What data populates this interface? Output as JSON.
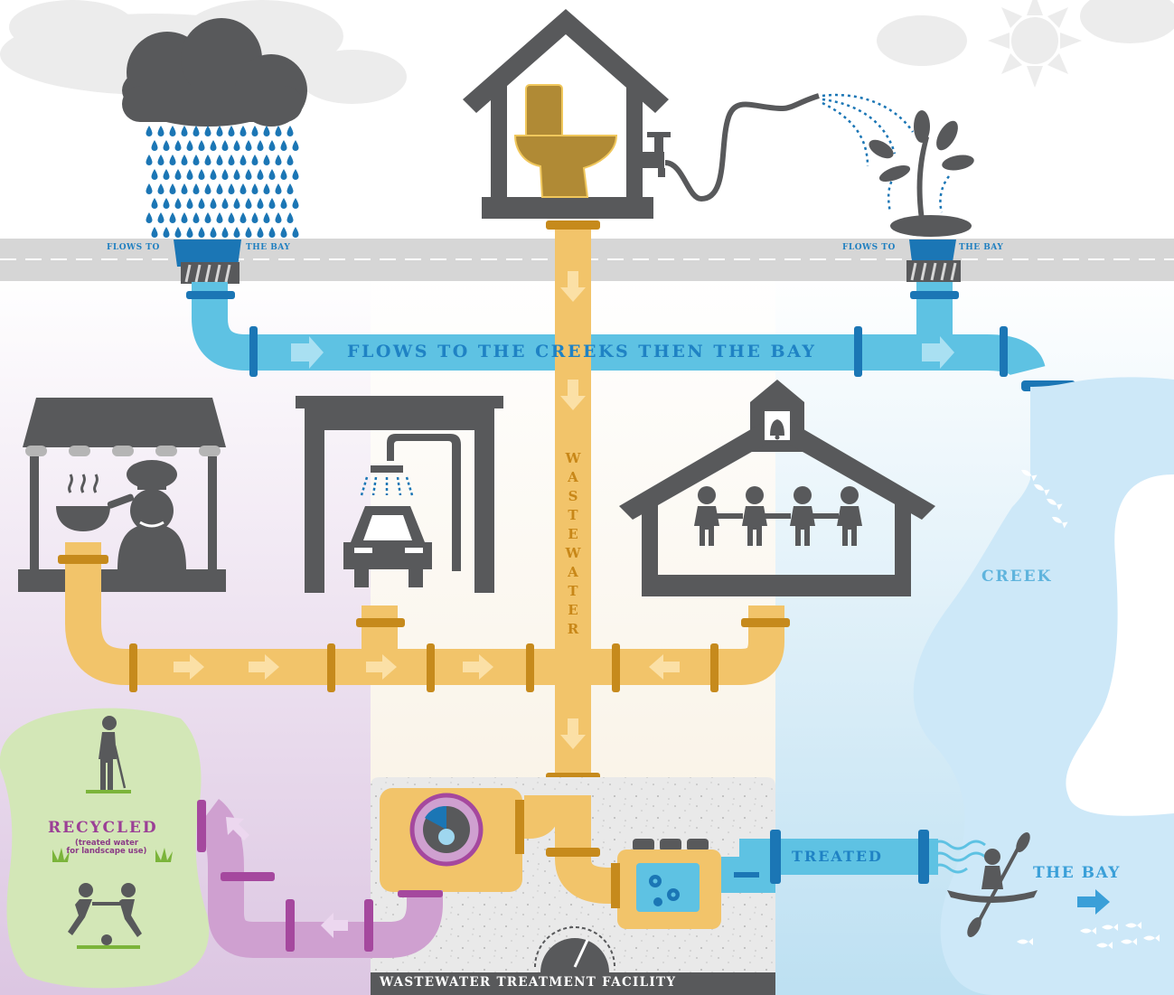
{
  "road": {
    "left_label_before": "FLOWS TO",
    "left_label_after": "THE BAY",
    "right_label_before": "FLOWS TO",
    "right_label_after": "THE BAY"
  },
  "stormwater": {
    "label": "FLOWS TO THE CREEKS THEN THE BAY"
  },
  "wastewater": {
    "letters": [
      "W",
      "A",
      "S",
      "T",
      "E",
      "W",
      "A",
      "T",
      "E",
      "R"
    ]
  },
  "creek": {
    "label": "CREEK"
  },
  "bay": {
    "label": "THE BAY"
  },
  "treated": {
    "label": "TREATED"
  },
  "recycled": {
    "label": "RECYCLED",
    "note_line1": "(treated water",
    "note_line2": "for landscape use)"
  },
  "facility": {
    "label": "WASTEWATER TREATMENT FACILITY"
  },
  "colors": {
    "storm_pipe": "#5ec2e3",
    "waste_pipe": "#f2c46a",
    "recycled_pipe": "#cfa0d0",
    "pipe_joint_blue": "#1b76b5",
    "pipe_joint_gold": "#c68a1c",
    "pipe_joint_purple": "#a5489e",
    "icon_gray": "#58595b",
    "road": "#d6d6d6"
  },
  "icons": [
    "storm-cloud-icon",
    "sun-icon",
    "house-icon",
    "toilet-icon",
    "faucet-icon",
    "garden-hose-icon",
    "plant-icon",
    "storm-drain-icon",
    "restaurant-icon",
    "chef-icon",
    "frying-pan-icon",
    "car-wash-icon",
    "car-icon",
    "school-icon",
    "bell-icon",
    "children-icon",
    "golfer-icon",
    "soccer-players-icon",
    "kayaker-icon",
    "fish-icon",
    "gears-icon",
    "gauge-icon",
    "arrow-right-icon"
  ]
}
